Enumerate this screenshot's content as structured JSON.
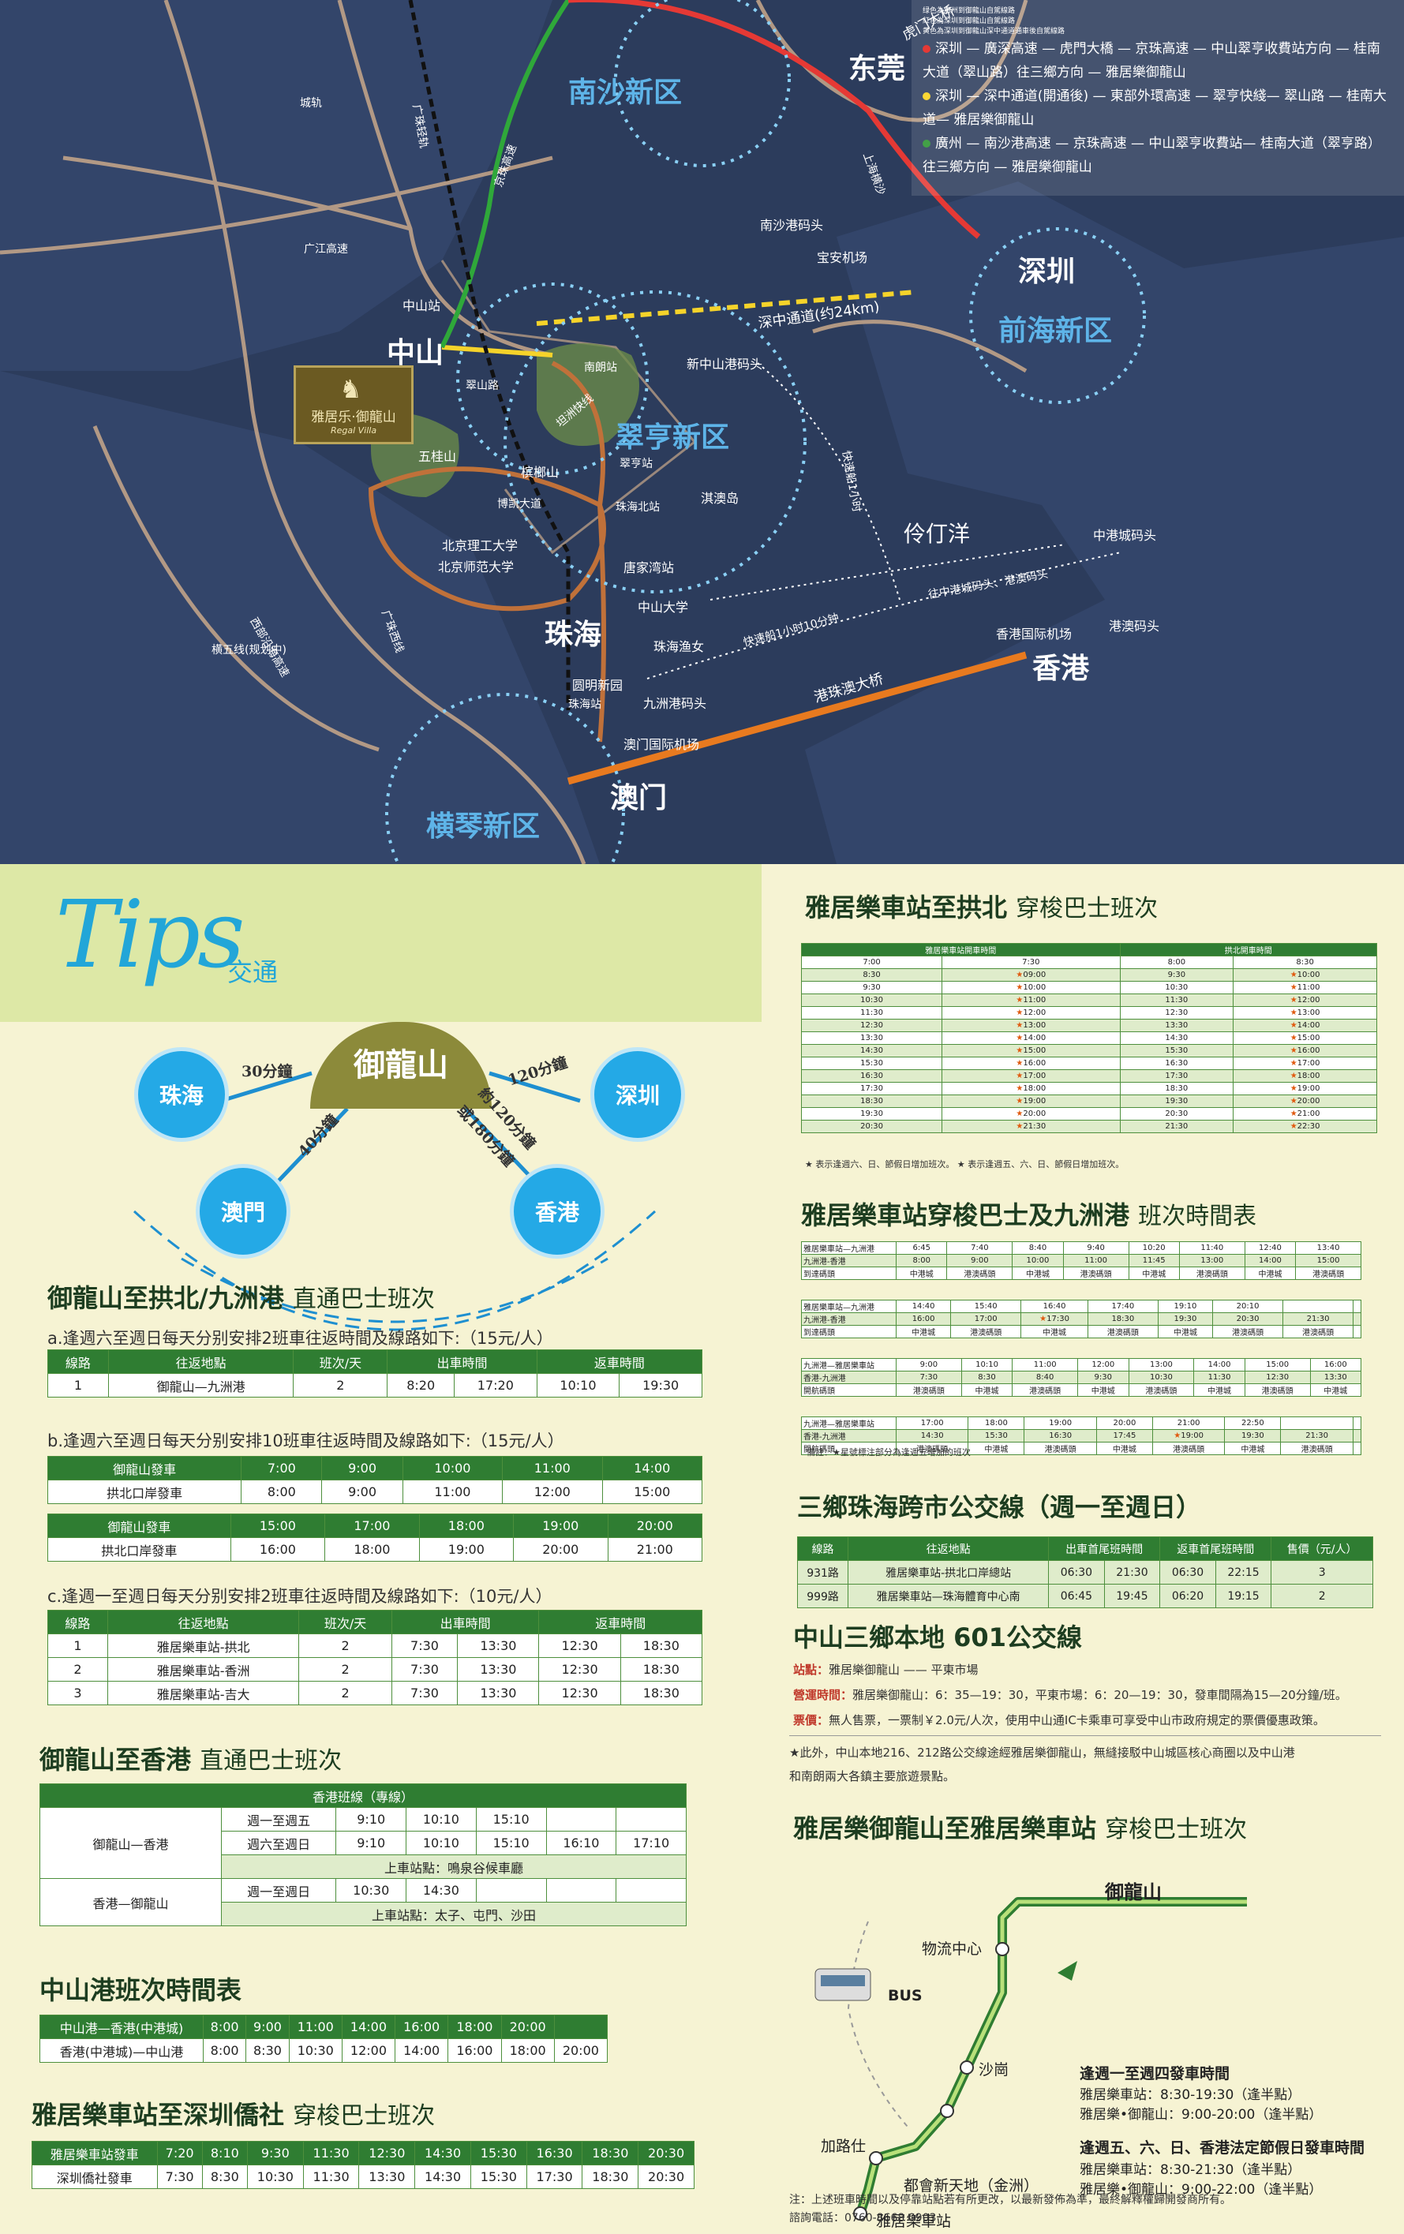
{
  "map": {
    "districts": [
      "南沙新区",
      "翠亨新区",
      "前海新区",
      "横琴新区"
    ],
    "cities": [
      "东莞",
      "深圳",
      "中山",
      "珠海",
      "香港",
      "澳门"
    ],
    "places": [
      "南沙港码头",
      "宝安机场",
      "中山站",
      "新中山港码头",
      "五桂山",
      "槟榔山",
      "唐家湾站",
      "淇澳岛",
      "北京理工大学",
      "北京师范大学",
      "中山大学",
      "珠海渔女",
      "圆明新园",
      "九洲港码头",
      "珠海站",
      "澳门国际机场",
      "香港国际机场",
      "伶仃洋",
      "中港城码头",
      "港澳码头",
      "南朗站",
      "翠亨站",
      "珠海北站"
    ],
    "roads": [
      "虎门大桥",
      "广珠轻轨",
      "广江高速",
      "深中通道(约24km)",
      "港珠澳大桥",
      "横五线(规划中)",
      "快速船1小时",
      "快速船1小时10分钟",
      "往中港城码头、港澳码头",
      "京珠高速",
      "西部沿海高速",
      "上海横沙",
      "广珠西线",
      "翠山路",
      "坦洲快线",
      "博凯大道",
      "城轨"
    ],
    "logo_text": "雅居乐·御龍山",
    "logo_sub": "Regal Villa",
    "legend_small": [
      "绿色為廣州到御龍山自駕線路",
      "紅色為深圳到御龍山自駕線路",
      "黄色為深圳到御龍山深中通道通車後自駕線路"
    ],
    "legend": [
      {
        "color": "#e53935",
        "text": "深圳 — 廣深高速 — 虎門大橋 — 京珠高速 — 中山翠亨收費站方向 — 桂南大道（翠山路）往三鄉方向 — 雅居樂御龍山"
      },
      {
        "color": "#fdd835",
        "text": "深圳 — 深中通道(開通後) — 東部外環高速 — 翠亨快綫— 翠山路 — 桂南大道— 雅居樂御龍山"
      },
      {
        "color": "#43a047",
        "text": "廣州 — 南沙港高速 — 京珠高速 — 中山翠亨收費站— 桂南大道（翠亨路）往三鄉方向 — 雅居樂御龍山"
      }
    ]
  },
  "tips": {
    "title": "Tips",
    "subtitle": "交通",
    "center": "御龍山",
    "zhuhai": "珠海",
    "shenzhen": "深圳",
    "macau": "澳門",
    "hongkong": "香港",
    "t_zh": "30分鐘",
    "t_sz": "120分鐘",
    "t_mo": "40分鐘",
    "t_hk1": "約120分鐘",
    "t_hk2": "或180分鐘"
  },
  "s1": {
    "title": "御龍山至拱北/九洲港",
    "suffix": "直通巴士班次",
    "a_note": "a.逢週六至週日每天分别安排2班車往返時間及線路如下:（15元/人）",
    "a_head": [
      "線路",
      "往返地點",
      "班次/天",
      "出車時間",
      "",
      "返車時間",
      ""
    ],
    "a_row": [
      "1",
      "御龍山—九洲港",
      "2",
      "8:20",
      "17:20",
      "10:10",
      "19:30"
    ],
    "b_note": "b.逢週六至週日每天分别安排10班車往返時間及線路如下:（15元/人）",
    "b_rows": [
      [
        "御龍山發車",
        "7:00",
        "9:00",
        "10:00",
        "11:00",
        "14:00"
      ],
      [
        "拱北口岸發車",
        "8:00",
        "9:00",
        "11:00",
        "12:00",
        "15:00"
      ],
      [
        "御龍山發車",
        "15:00",
        "17:00",
        "18:00",
        "19:00",
        "20:00"
      ],
      [
        "拱北口岸發車",
        "16:00",
        "18:00",
        "19:00",
        "20:00",
        "21:00"
      ]
    ],
    "c_note": "c.逢週一至週日每天分别安排2班車往返時間及線路如下:（10元/人）",
    "c_head": [
      "線路",
      "往返地點",
      "班次/天",
      "出車時間",
      "",
      "返車時間",
      ""
    ],
    "c_rows": [
      [
        "1",
        "雅居樂車站-拱北",
        "2",
        "7:30",
        "13:30",
        "12:30",
        "18:30"
      ],
      [
        "2",
        "雅居樂車站-香洲",
        "2",
        "7:30",
        "13:30",
        "12:30",
        "18:30"
      ],
      [
        "3",
        "雅居樂車站-吉大",
        "2",
        "7:30",
        "13:30",
        "12:30",
        "18:30"
      ]
    ]
  },
  "s2": {
    "title": "御龍山至香港",
    "suffix": "直通巴士班次",
    "head": "香港班線（專線）",
    "r1": "御龍山—香港",
    "r1a": "週一至週五",
    "r1a_t": [
      "9:10",
      "10:10",
      "15:10"
    ],
    "r1b": "週六至週日",
    "r1b_t": [
      "9:10",
      "10:10",
      "15:10",
      "16:10",
      "17:10"
    ],
    "r1_stop": "上車站點：鳴泉谷候車廳",
    "r2": "香港—御龍山",
    "r2a": "週一至週日",
    "r2a_t": [
      "10:30",
      "14:30"
    ],
    "r2_stop": "上車站點：太子、屯門、沙田"
  },
  "s3": {
    "title": "中山港班次時間表",
    "rows": [
      [
        "中山港—香港(中港城)",
        "8:00",
        "9:00",
        "11:00",
        "14:00",
        "16:00",
        "18:00",
        "20:00"
      ],
      [
        "香港(中港城)—中山港",
        "8:00",
        "8:30",
        "10:30",
        "12:00",
        "14:00",
        "16:00",
        "18:00",
        "20:00"
      ]
    ]
  },
  "s4": {
    "title": "雅居樂車站至深圳僑社",
    "suffix": "穿梭巴士班次",
    "rows": [
      [
        "雅居樂車站發車",
        "7:20",
        "8:10",
        "9:30",
        "11:30",
        "12:30",
        "14:30",
        "15:30",
        "16:30",
        "18:30",
        "20:30"
      ],
      [
        "深圳僑社發車",
        "7:30",
        "8:30",
        "10:30",
        "11:30",
        "13:30",
        "14:30",
        "15:30",
        "17:30",
        "18:30",
        "20:30"
      ]
    ]
  },
  "s5": {
    "title": "雅居樂車站至拱北",
    "suffix": "穿梭巴士班次",
    "head1": "雅居樂車站開車時間",
    "head2": "拱北開車時間",
    "c1": [
      "7:00",
      "8:30",
      "9:30",
      "10:30",
      "11:30",
      "12:30",
      "13:30",
      "14:30",
      "15:30",
      "16:30",
      "17:30",
      "18:30",
      "19:30",
      "20:30"
    ],
    "c2": [
      "7:30",
      "★09:00",
      "★10:00",
      "★11:00",
      "★12:00",
      "★13:00",
      "★14:00",
      "★15:00",
      "★16:00",
      "★17:00",
      "★18:00",
      "★19:00",
      "★20:00",
      "★21:30"
    ],
    "c3": [
      "8:00",
      "9:30",
      "10:30",
      "11:30",
      "12:30",
      "13:30",
      "14:30",
      "15:30",
      "16:30",
      "17:30",
      "18:30",
      "19:30",
      "20:30",
      "21:30"
    ],
    "c4": [
      "8:30",
      "★10:00",
      "★11:00",
      "★12:00",
      "★13:00",
      "★14:00",
      "★15:00",
      "★16:00",
      "★17:00",
      "★18:00",
      "★19:00",
      "★20:00",
      "★21:00",
      "★22:30"
    ],
    "note": "★ 表示逢週六、日、節假日增加班次。  ★ 表示逢週五、六、日、節假日增加班次。"
  },
  "s6": {
    "title": "雅居樂車站穿梭巴士及九洲港",
    "suffix": "班次時間表",
    "blocks": [
      [
        [
          "雅居樂車站—九洲港",
          "6:45",
          "7:40",
          "8:40",
          "9:40",
          "10:20",
          "11:40",
          "12:40",
          "13:40"
        ],
        [
          "九洲港-香港",
          "8:00",
          "9:00",
          "10:00",
          "11:00",
          "11:45",
          "13:00",
          "14:00",
          "15:00"
        ],
        [
          "到達碼頭",
          "中港城",
          "港澳碼頭",
          "中港城",
          "港澳碼頭",
          "中港城",
          "港澳碼頭",
          "中港城",
          "港澳碼頭"
        ]
      ],
      [
        [
          "雅居樂車站—九洲港",
          "14:40",
          "15:40",
          "16:40",
          "17:40",
          "19:10",
          "20:10"
        ],
        [
          "九洲港-香港",
          "16:00",
          "17:00",
          "★17:30",
          "18:30",
          "19:30",
          "20:30",
          "21:30"
        ],
        [
          "到達碼頭",
          "中港城",
          "港澳碼頭",
          "中港城",
          "港澳碼頭",
          "中港城",
          "港澳碼頭",
          "港澳碼頭"
        ]
      ],
      [
        [
          "九洲港—雅居樂車站",
          "9:00",
          "10:10",
          "11:00",
          "12:00",
          "13:00",
          "14:00",
          "15:00",
          "16:00"
        ],
        [
          "香港-九洲港",
          "7:30",
          "8:30",
          "8:40",
          "9:30",
          "10:30",
          "11:30",
          "12:30",
          "13:30"
        ],
        [
          "開航碼頭",
          "港澳碼頭",
          "中港城",
          "港澳碼頭",
          "中港城",
          "港澳碼頭",
          "中港城",
          "港澳碼頭",
          "中港城"
        ]
      ],
      [
        [
          "九洲港—雅居樂車站",
          "17:00",
          "18:00",
          "19:00",
          "20:00",
          "21:00",
          "22:50"
        ],
        [
          "香港-九洲港",
          "14:30",
          "15:30",
          "16:30",
          "17:45",
          "★19:00",
          "19:30",
          "21:30"
        ],
        [
          "開航碼頭",
          "港澳碼頭",
          "中港城",
          "港澳碼頭",
          "中港城",
          "港澳碼頭",
          "中港城",
          "港澳碼頭"
        ]
      ]
    ],
    "note": "備註：★星號標注部分為逢週五增加的班次"
  },
  "s7": {
    "title": "三鄉珠海跨市公交線",
    "suffix": "（週一至週日）",
    "head": [
      "線路",
      "往返地點",
      "出車首尾班時間",
      "",
      "返車首尾班時間",
      "",
      "售價（元/人）"
    ],
    "rows": [
      [
        "931路",
        "雅居樂車站-拱北口岸總站",
        "06:30",
        "21:30",
        "06:30",
        "22:15",
        "3"
      ],
      [
        "999路",
        "雅居樂車站—珠海體育中心南",
        "06:45",
        "19:45",
        "06:20",
        "19:15",
        "2"
      ]
    ]
  },
  "s8": {
    "title": "中山三鄉本地",
    "suffix": "601公交線",
    "l1a": "站點：",
    "l1": "雅居樂御龍山 —— 平東市場",
    "l2a": "營運時間：",
    "l2": "雅居樂御龍山：6：35—19：30，平東市場：6：20—19：30，發車間隔為15—20分鐘/班。",
    "l3a": "票價：",
    "l3": "無人售票，一票制￥2.0元/人次，使用中山通IC卡乘車可享受中山市政府規定的票價優惠政策。",
    "l4": "★此外，中山本地216、212路公交線途經雅居樂御龍山，無縫接駁中山城區核心商圈以及中山港",
    "l5": "和南朗兩大各鎮主要旅遊景點。"
  },
  "s9": {
    "title": "雅居樂御龍山至雅居樂車站",
    "suffix": "穿梭巴士班次",
    "stops": [
      "御龍山",
      "物流中心",
      "沙崗",
      "加路仕",
      "都會新天地（金洲）",
      "雅居樂車站"
    ],
    "bus": "BUS",
    "wk_title": "逢週一至週四發車時間",
    "wk1": "雅居樂車站：8:30-19:30（逢半點）",
    "wk2": "雅居樂•御龍山：9:00-20:00（逢半點）",
    "we_title": "逢週五、六、日、香港法定節假日發車時間",
    "we1": "雅居樂車站：8:30-21:30（逢半點）",
    "we2": "雅居樂•御龍山：9:00-22:00（逢半點）",
    "foot1": "注：上述班車時間以及停靠站點若有所更改，以最新發佈為準，最終解釋權歸開發商所有。",
    "foot2": "諮詢電話：0760-8668 0903"
  }
}
